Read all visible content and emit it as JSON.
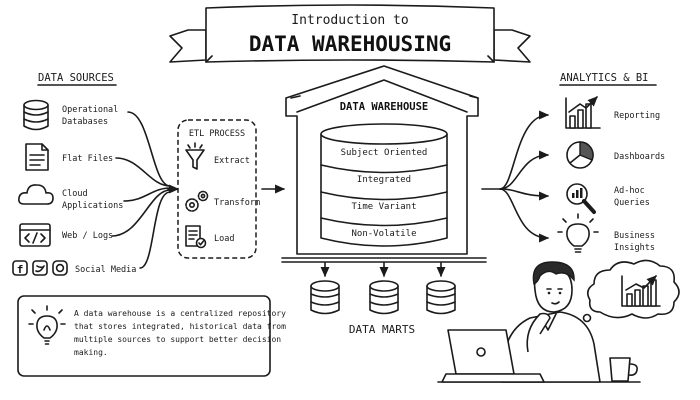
{
  "title": {
    "line1": "Introduction to",
    "line2": "DATA WAREHOUSING"
  },
  "sources": {
    "heading": "DATA SOURCES",
    "items": [
      {
        "line1": "Operational",
        "line2": "Databases",
        "icon": "database-icon"
      },
      {
        "line1": "Flat Files",
        "line2": "",
        "icon": "file-icon"
      },
      {
        "line1": "Cloud",
        "line2": "Applications",
        "icon": "cloud-icon"
      },
      {
        "line1": "Web / Logs",
        "line2": "",
        "icon": "code-window-icon"
      },
      {
        "line1": "Social Media",
        "line2": "",
        "icon": "social-media-icons"
      }
    ]
  },
  "etl": {
    "heading": "ETL PROCESS",
    "steps": [
      {
        "label": "Extract",
        "icon": "funnel-icon"
      },
      {
        "label": "Transform",
        "icon": "gears-icon"
      },
      {
        "label": "Load",
        "icon": "checklist-icon"
      }
    ]
  },
  "warehouse": {
    "heading": "DATA WAREHOUSE",
    "layers": [
      "Subject Oriented",
      "Integrated",
      "Time Variant",
      "Non-Volatile"
    ]
  },
  "marts": {
    "heading": "DATA MARTS"
  },
  "analytics": {
    "heading": "ANALYTICS & BI",
    "items": [
      {
        "line1": "Reporting",
        "line2": "",
        "icon": "bar-chart-icon"
      },
      {
        "line1": "Dashboards",
        "line2": "",
        "icon": "pie-chart-icon"
      },
      {
        "line1": "Ad-hoc",
        "line2": "Queries",
        "icon": "magnifier-icon"
      },
      {
        "line1": "Business",
        "line2": "Insights",
        "icon": "lightbulb-icon"
      }
    ]
  },
  "note": {
    "lines": [
      "A data warehouse is a centralized repository",
      "that stores integrated, historical data from",
      "multiple sources to support better decision",
      "making."
    ]
  }
}
